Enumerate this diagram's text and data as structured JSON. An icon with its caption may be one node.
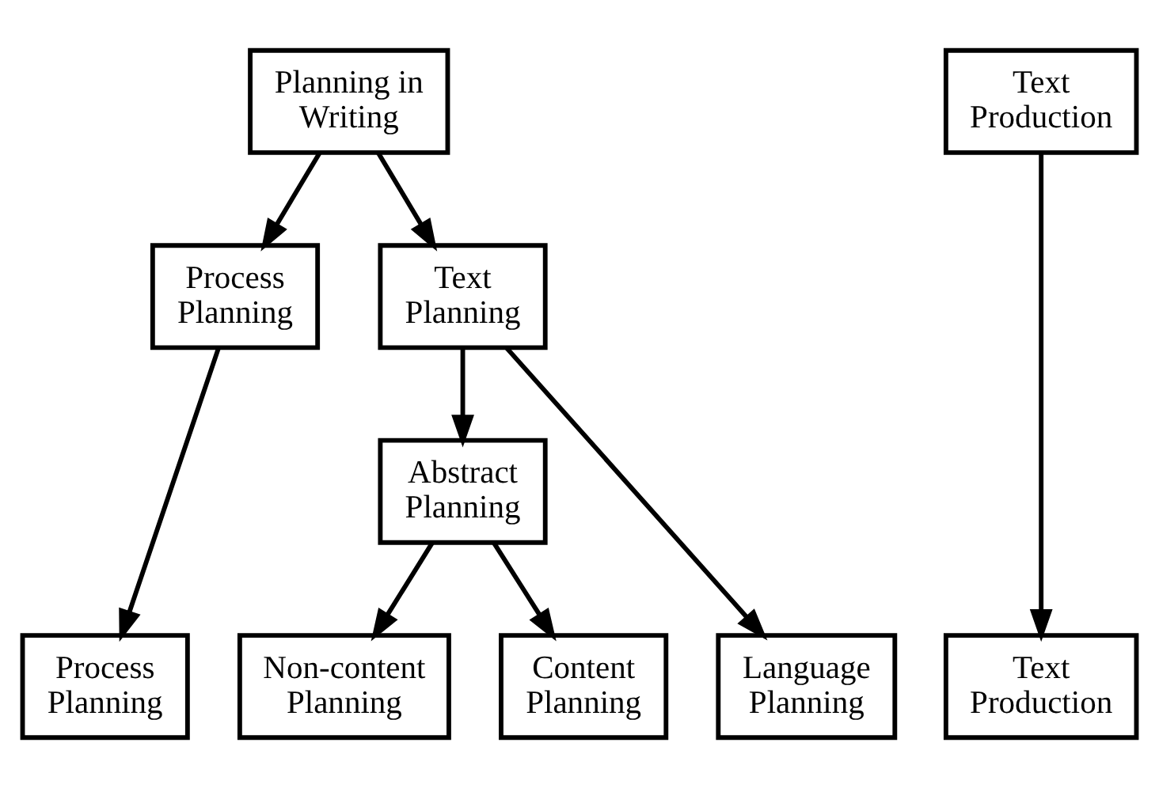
{
  "diagram": {
    "nodes": [
      {
        "text": [
          "Planning in Writing"
        ]
      },
      {
        "text": [
          "Process Planning"
        ]
      },
      {
        "text": [
          "Text Planning"
        ]
      },
      {
        "text": [
          "Abstract Planning"
        ]
      },
      {
        "text": [
          "Process Planning"
        ]
      },
      {
        "text": [
          "Non-content Planning"
        ]
      },
      {
        "text": [
          "Content Planning"
        ]
      },
      {
        "text": [
          "Language Planning"
        ]
      },
      {
        "text": [
          "Text Production"
        ]
      },
      {
        "text": [
          "Text Production"
        ]
      }
    ],
    "edges": [
      {
        "from": 0,
        "to": 1,
        "arrow": "to"
      },
      {
        "from": 0,
        "to": 2,
        "arrow": "to"
      },
      {
        "from": 1,
        "to": 4,
        "arrow": "to"
      },
      {
        "from": 2,
        "to": 3,
        "arrow": "to"
      },
      {
        "from": 2,
        "to": 7,
        "arrow": "to"
      },
      {
        "from": 3,
        "to": 5,
        "arrow": "to"
      },
      {
        "from": 3,
        "to": 6,
        "arrow": "to"
      },
      {
        "from": 8,
        "to": 9,
        "arrow": "to"
      }
    ]
  }
}
